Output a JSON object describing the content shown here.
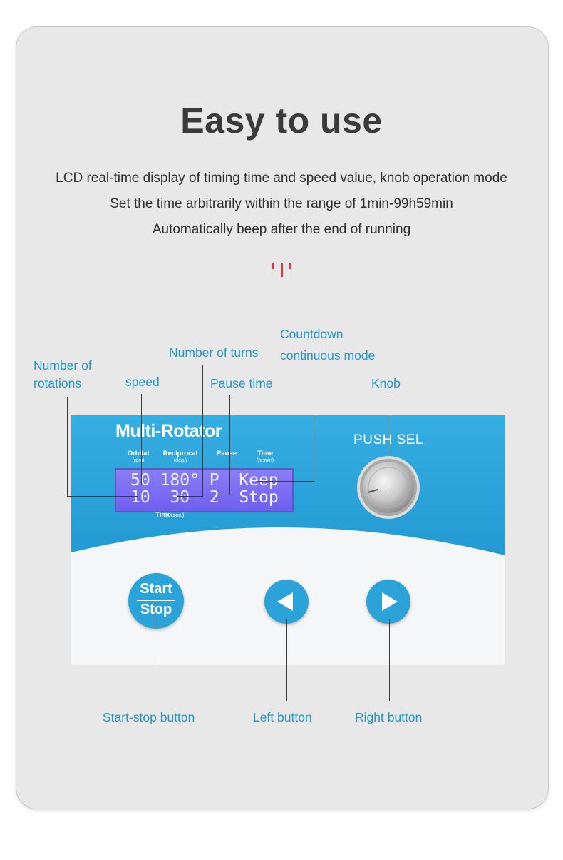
{
  "header": {
    "title": "Easy to use",
    "lines": [
      "LCD real-time display of timing time and speed value, knob operation mode",
      "Set the time arbitrarily within the range of 1min-99h59min",
      "Automatically beep after the end of running"
    ]
  },
  "colors": {
    "panel_blue": "#2ba3d9",
    "annotation_blue": "#2196c9",
    "lcd_purple": "#7a6ef4",
    "accent_red": "#e0344a"
  },
  "device": {
    "brand": "Multi-Rotator",
    "knob_label": "PUSH SEL",
    "columns": [
      {
        "title": "Orbital",
        "unit": "(rpm)"
      },
      {
        "title": "Reciprocal",
        "unit": "(deg.)"
      },
      {
        "title": "Pause",
        "unit": ""
      },
      {
        "title": "Time",
        "unit": "(hr:min)"
      }
    ],
    "lcd_row1": "50 180° P  Keep",
    "lcd_row2": "10  30  2  Stop",
    "time_caption": "Time",
    "time_unit": "(sec.)",
    "start_label": "Start",
    "stop_label": "Stop",
    "left_icon": "left-arrow-icon",
    "right_icon": "right-arrow-icon"
  },
  "annotations": {
    "rotations": [
      "Number of",
      "rotations"
    ],
    "speed": "speed",
    "turns": "Number of turns",
    "pause": "Pause time",
    "countdown": [
      "Countdown",
      "continuous mode"
    ],
    "knob": "Knob",
    "start_stop": "Start-stop button",
    "left": "Left button",
    "right": "Right button"
  }
}
